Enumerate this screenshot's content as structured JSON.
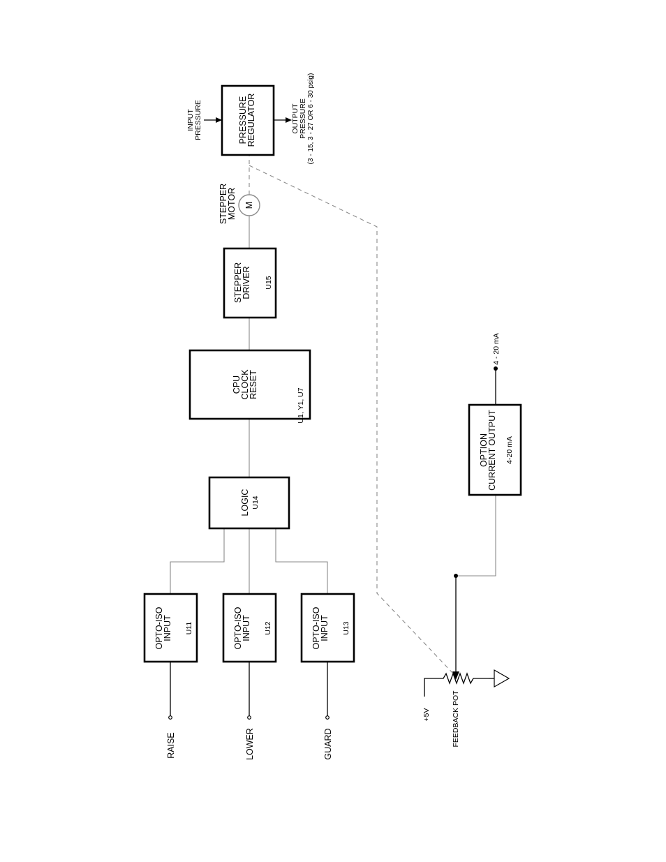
{
  "signals": {
    "raise": "RAISE",
    "lower": "LOWER",
    "guard": "GUARD",
    "plus5v": "+5V",
    "feedback_pot": "FEEDBACK POT",
    "input_pressure": [
      "INPUT",
      "PRESSURE"
    ],
    "output_pressure": [
      "OUTPUT",
      "PRESSURE",
      "(3 - 15, 3 - 27 OR 6 - 30 psig)"
    ],
    "current_out": "4 - 20 mA",
    "stepper_motor": [
      "STEPPER",
      "MOTOR"
    ],
    "motor_symbol": "M"
  },
  "blocks": {
    "opto_raise": {
      "lines": [
        "OPTO-ISO",
        "INPUT"
      ],
      "ref": "U11"
    },
    "opto_lower": {
      "lines": [
        "OPTO-ISO",
        "INPUT"
      ],
      "ref": "U12"
    },
    "opto_guard": {
      "lines": [
        "OPTO-ISO",
        "INPUT"
      ],
      "ref": "U13"
    },
    "logic": {
      "lines": [
        "LOGIC"
      ],
      "ref": "U14"
    },
    "cpu": {
      "lines": [
        "CPU",
        "CLOCK",
        "RESET"
      ],
      "ref": "U1, Y1, U7"
    },
    "stepper_driver": {
      "lines": [
        "STEPPER",
        "DRIVER"
      ],
      "ref": "U15"
    },
    "pressure_regulator": {
      "lines": [
        "PRESSURE",
        "REGULATOR"
      ]
    },
    "option_current": {
      "lines": [
        "OPTION",
        "CURRENT OUTPUT"
      ],
      "ref": "4-20 mA"
    }
  }
}
